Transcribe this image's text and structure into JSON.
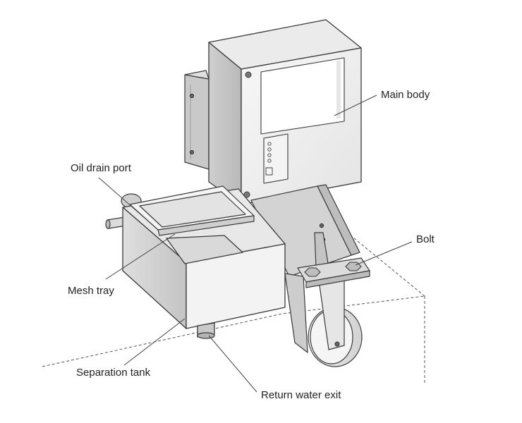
{
  "labels": {
    "main_body": "Main body",
    "oil_drain_port": "Oil drain port",
    "bolt": "Bolt",
    "mesh_tray": "Mesh tray",
    "separation_tank": "Separation tank",
    "return_water_exit": "Return water exit"
  },
  "colors": {
    "outline": "#3a3a3a",
    "leader": "#444444",
    "text": "#222222",
    "metal_light": "#f2f2f2",
    "metal_mid": "#d9d9d9",
    "metal_dark": "#b5b5b5",
    "bracket": "#cfcfcf"
  }
}
